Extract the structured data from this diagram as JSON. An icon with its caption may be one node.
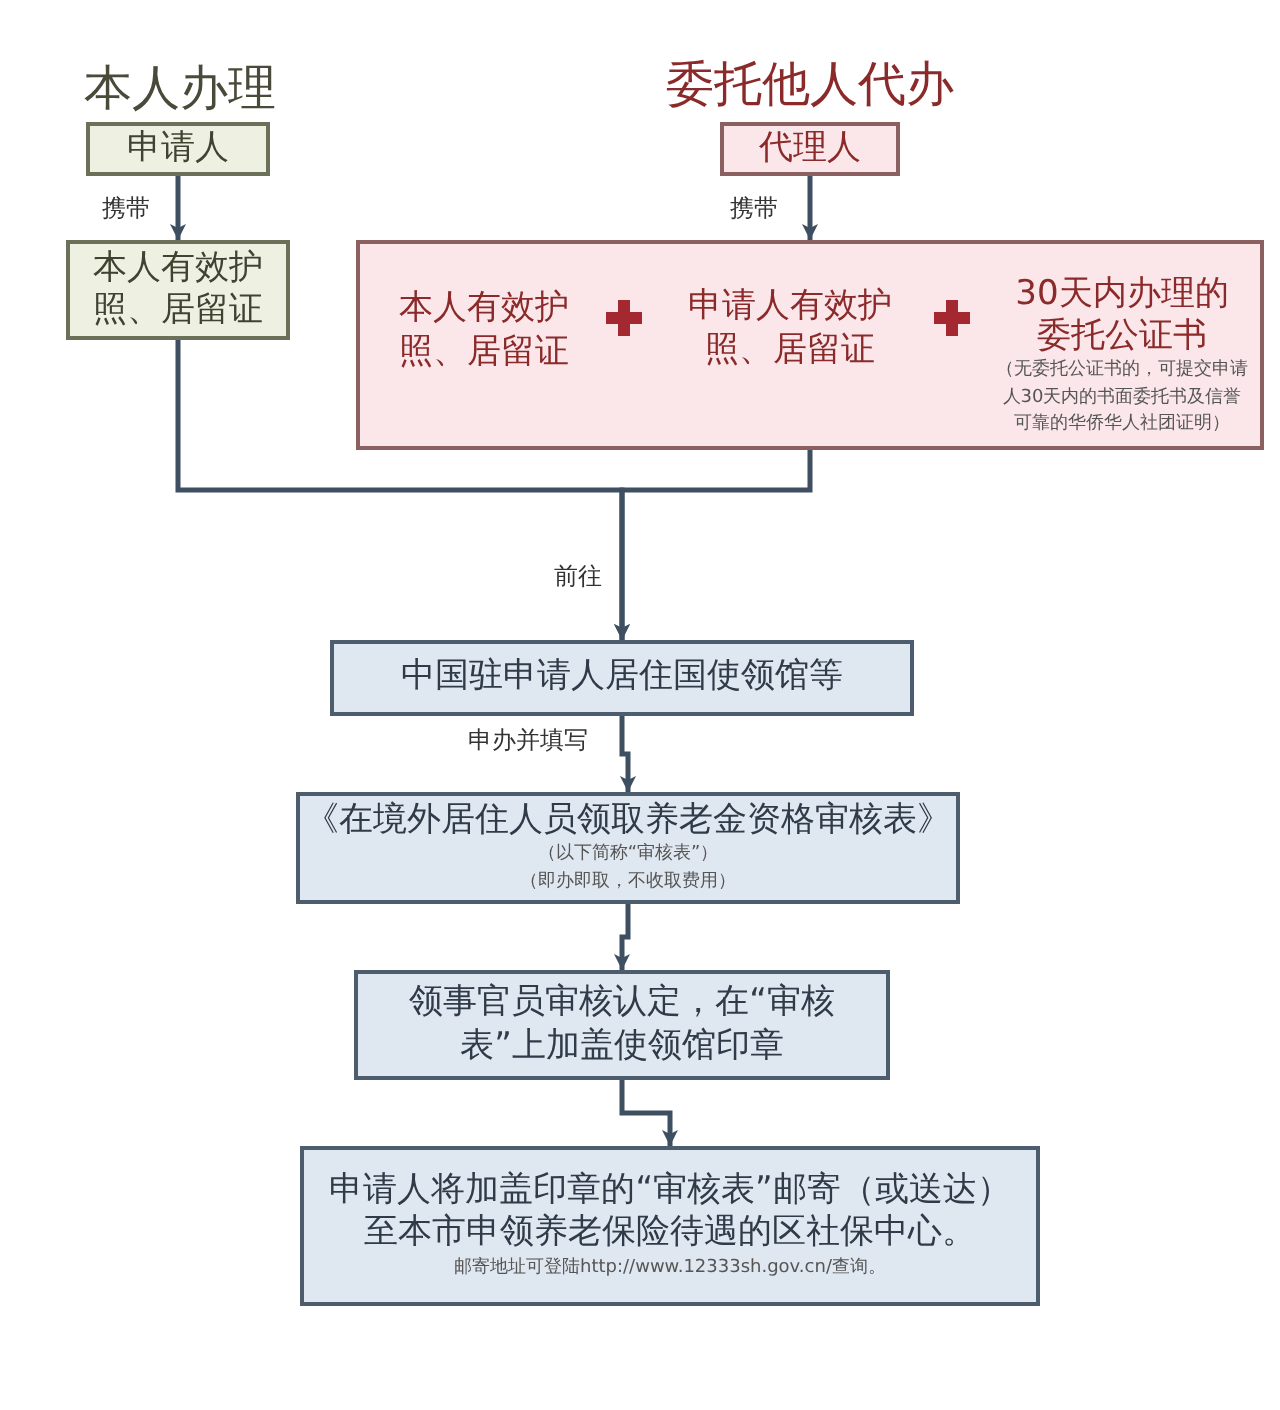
{
  "diagram": {
    "nodes": [
      {
        "text": [
          "申请人"
        ]
      },
      {
        "text": [
          "本人有效护照、居留证"
        ]
      },
      {
        "text": [
          "代理人"
        ]
      },
      {
        "text": [],
        "shape": "box"
      },
      {
        "text": [
          "本人有效护照、居留证"
        ],
        "in": 3
      },
      {
        "text": [
          "申请人有效护照、居留证"
        ],
        "in": 3
      },
      {
        "text": [
          "30天内办理的委托公证书",
          "（无委托公证书的，可提交申请人30天内的书面委托书及信誉可靠的华侨华人社团证明）"
        ],
        "in": 3
      },
      {
        "text": [
          "中国驻申请人居住国使领馆等"
        ]
      },
      {
        "text": [
          "《在境外居住人员领取养老金资格审核表》",
          "（以下简称“审核表”）",
          "（即办即取，不收取费用）"
        ]
      },
      {
        "text": [
          "领事官员审核认定，在“审核表”上加盖使领馆印章"
        ]
      },
      {
        "text": [
          "申请人将加盖印章的“审核表”邮寄（或送达）至本市申领养老保险待遇的区社保中心。",
          "邮寄地址可登陆http://www.12333sh.gov.cn/查询。"
        ]
      }
    ],
    "edges": [
      {
        "from": 0,
        "to": 1,
        "arrow": "to",
        "label": "携带"
      },
      {
        "from": 2,
        "to": 3,
        "arrow": "to",
        "label": "携带"
      },
      {
        "from": 1,
        "to": 7,
        "arrow": "to"
      },
      {
        "from": 3,
        "to": 7,
        "arrow": "to",
        "label": "前往"
      },
      {
        "from": 7,
        "to": 8,
        "arrow": "to",
        "label": "申办并填写"
      },
      {
        "from": 8,
        "to": 9,
        "arrow": "to"
      },
      {
        "from": 9,
        "to": 10,
        "arrow": "to"
      }
    ],
    "labels": [
      "本人办理",
      "委托他人代办"
    ]
  }
}
